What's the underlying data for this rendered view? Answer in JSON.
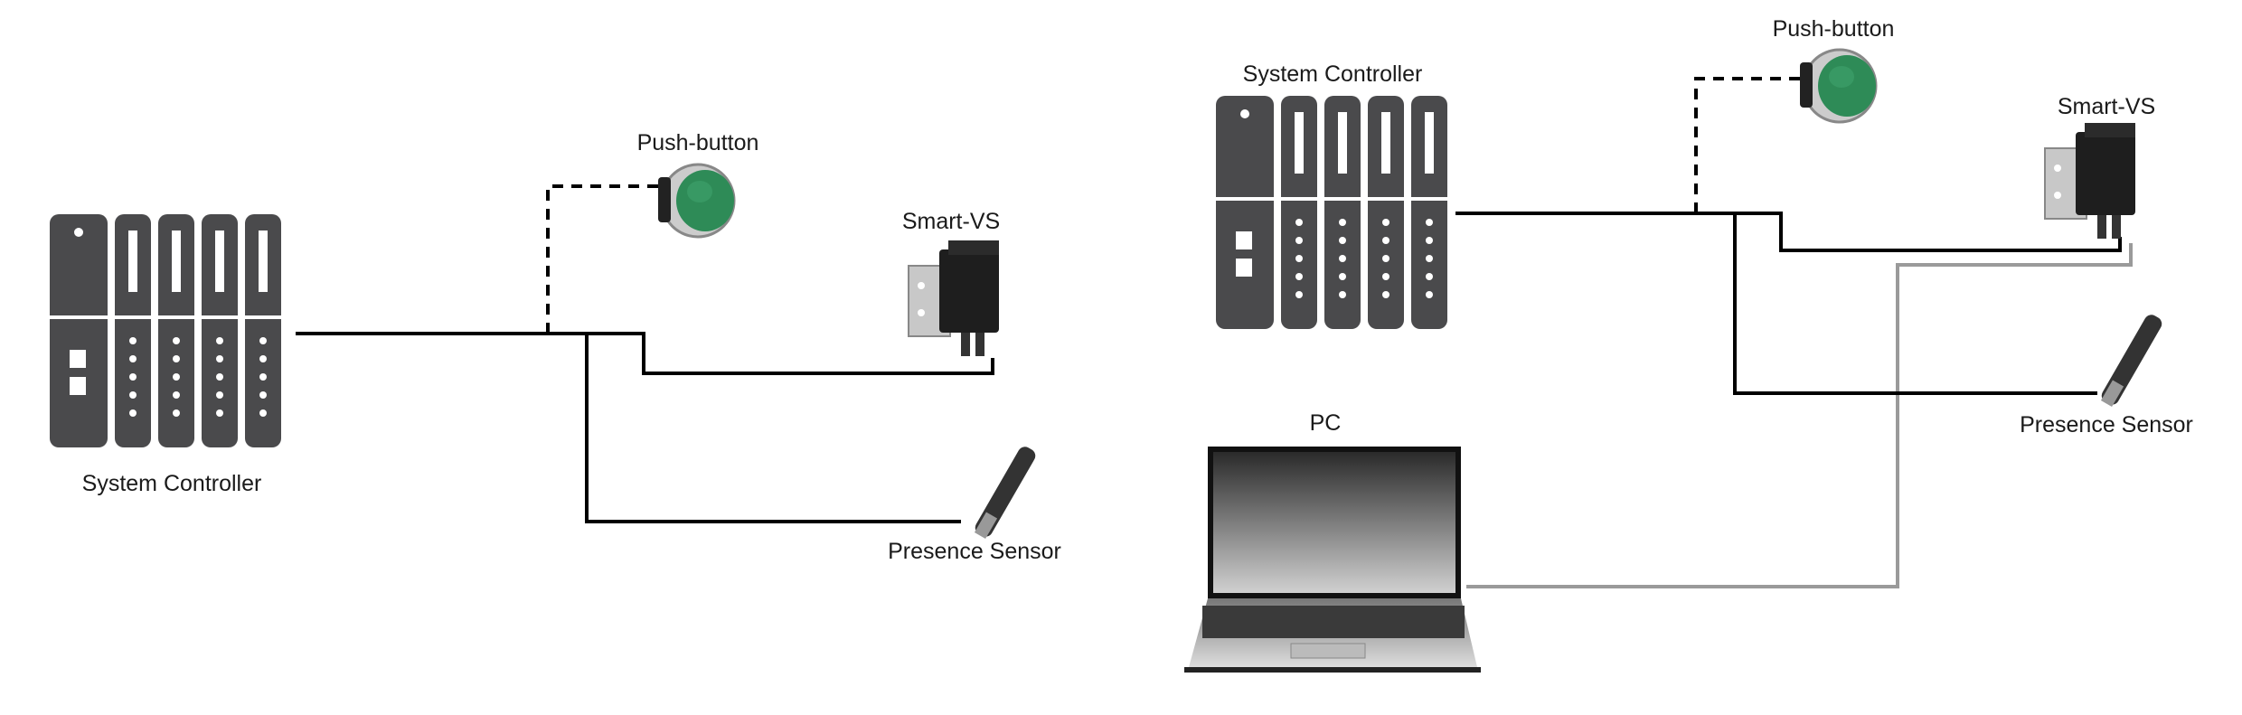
{
  "diagrams": [
    {
      "labels": {
        "controller": "System Controller",
        "push_button": "Push-button",
        "smart_vs": "Smart-VS",
        "presence_sensor": "Presence Sensor"
      }
    },
    {
      "labels": {
        "controller": "System Controller",
        "push_button": "Push-button",
        "smart_vs": "Smart-VS",
        "presence_sensor": "Presence Sensor",
        "pc": "PC"
      }
    }
  ],
  "colors": {
    "controller": "#4a4a4c",
    "button_green": "#2e8b57",
    "wire": "#000000",
    "ethernet_wire": "#9a9a9a"
  }
}
